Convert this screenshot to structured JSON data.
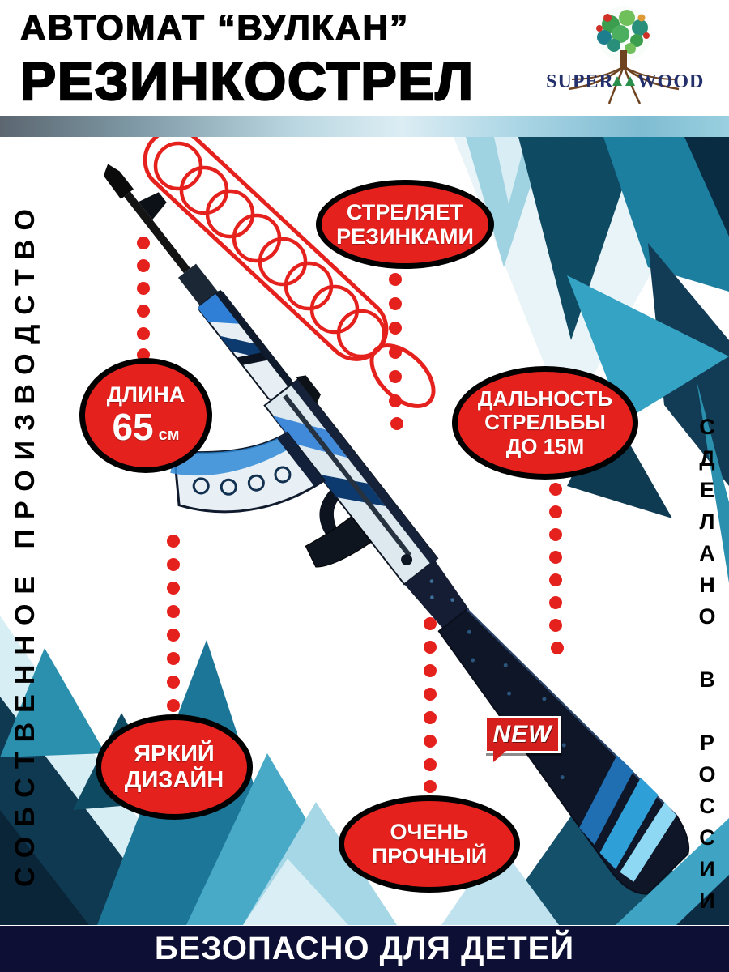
{
  "header": {
    "title_line1": "АВТОМАТ “ВУЛКАН”",
    "title_line2": "РЕЗИНКОСТРЕЛ"
  },
  "logo": {
    "name_left": "SUPER",
    "name_right": "WOOD"
  },
  "side_labels": {
    "left": "СОБСТВЕННОЕ ПРОИЗВОДСТВО",
    "right": "СДЕЛАНО В РОССИИ"
  },
  "callouts": {
    "shoots_line1": "СТРЕЛЯЕТ",
    "shoots_line2": "РЕЗИНКАМИ",
    "length_label": "ДЛИНА",
    "length_value": "65",
    "length_unit": "см",
    "range_line1": "ДАЛЬНОСТЬ",
    "range_line2": "СТРЕЛЬБЫ",
    "range_line3": "ДО 15М",
    "design_line1": "ЯРКИЙ",
    "design_line2": "ДИЗАЙН",
    "durable_line1": "ОЧЕНЬ",
    "durable_line2": "ПРОЧНЫЙ"
  },
  "new_badge": "NEW",
  "footer": "БЕЗОПАСНО ДЛЯ ДЕТЕЙ",
  "colors": {
    "callout_red": "#e5211d",
    "dot_red": "#e5211d",
    "footer_navy": "#0d1034",
    "teal_dark": "#0f4a63",
    "teal_mid": "#2b8fae",
    "teal_light": "#9fd3e2",
    "gun_blue": "#2f7fd6",
    "gun_dark": "#0e1628"
  }
}
